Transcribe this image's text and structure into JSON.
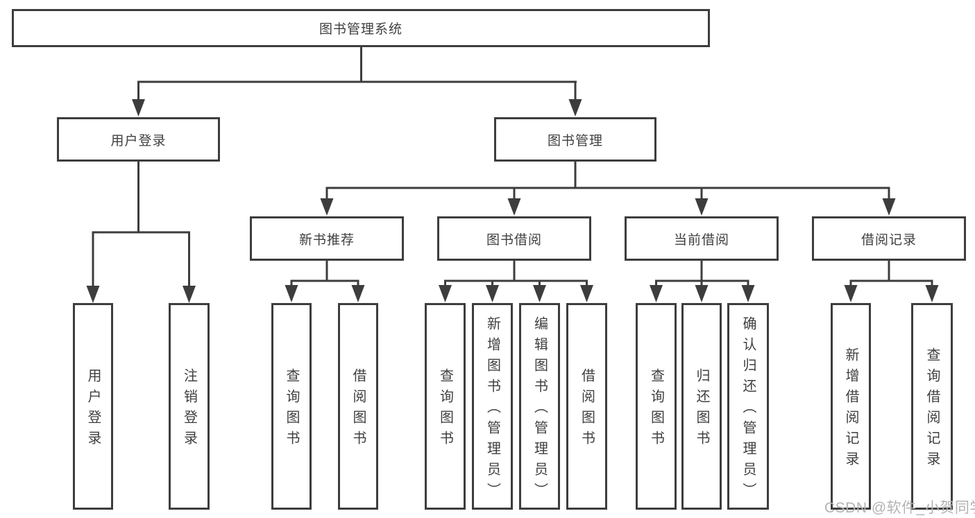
{
  "diagram": {
    "title": "图书管理系统",
    "tree": {
      "root": {
        "label": "图书管理系统",
        "children": [
          {
            "label": "用户登录",
            "children": [
              {
                "label": "用户登录"
              },
              {
                "label": "注销登录"
              }
            ]
          },
          {
            "label": "图书管理",
            "children": [
              {
                "label": "新书推荐",
                "children": [
                  {
                    "label": "查询图书"
                  },
                  {
                    "label": "借阅图书"
                  }
                ]
              },
              {
                "label": "图书借阅",
                "children": [
                  {
                    "label": "查询图书"
                  },
                  {
                    "label": "新增图书（管理员）"
                  },
                  {
                    "label": "编辑图书（管理员）"
                  },
                  {
                    "label": "借阅图书"
                  }
                ]
              },
              {
                "label": "当前借阅",
                "children": [
                  {
                    "label": "查询图书"
                  },
                  {
                    "label": "归还图书"
                  },
                  {
                    "label": "确认归还（管理员）"
                  }
                ]
              },
              {
                "label": "借阅记录",
                "children": [
                  {
                    "label": "新增借阅记录"
                  },
                  {
                    "label": "查询借阅记录"
                  }
                ]
              }
            ]
          }
        ]
      }
    },
    "watermark": {
      "label": "CSDN @软件_小贺同学"
    },
    "colors": {
      "line": "#3d3d3d",
      "text": "#3f3f3f",
      "box_background": "#ffffff",
      "watermark": "#b3b3b3"
    }
  }
}
